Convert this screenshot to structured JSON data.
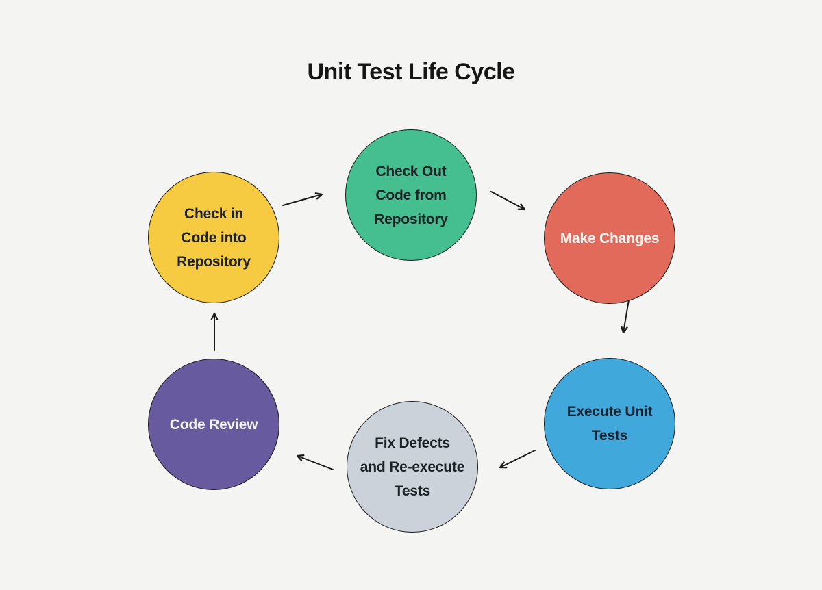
{
  "title": "Unit Test Life Cycle",
  "background_color": "#F4F4F2",
  "stroke_color": "#1A1A1A",
  "nodes": [
    {
      "id": "check-out-code",
      "label": "Check Out\nCode from\nRepository",
      "fill": "#45BE90",
      "text_color": "#1C2126"
    },
    {
      "id": "make-changes",
      "label": "Make Changes",
      "fill": "#E16A5B",
      "text_color": "#F8F4F2"
    },
    {
      "id": "execute-unit-tests",
      "label": "Execute Unit\nTests",
      "fill": "#41A8DB",
      "text_color": "#16222E"
    },
    {
      "id": "fix-defects",
      "label": "Fix Defects\nand Re-execute\nTests",
      "fill": "#CCD2D9",
      "text_color": "#1C2126"
    },
    {
      "id": "code-review",
      "label": "Code Review",
      "fill": "#675A9F",
      "text_color": "#F8F4F2"
    },
    {
      "id": "check-in-code",
      "label": "Check in\nCode into\nRepository",
      "fill": "#F6CB42",
      "text_color": "#1C2126"
    }
  ],
  "flow": [
    {
      "from": "check-in-code",
      "to": "check-out-code"
    },
    {
      "from": "check-out-code",
      "to": "make-changes"
    },
    {
      "from": "make-changes",
      "to": "execute-unit-tests"
    },
    {
      "from": "execute-unit-tests",
      "to": "fix-defects"
    },
    {
      "from": "fix-defects",
      "to": "code-review"
    },
    {
      "from": "code-review",
      "to": "check-in-code"
    }
  ]
}
